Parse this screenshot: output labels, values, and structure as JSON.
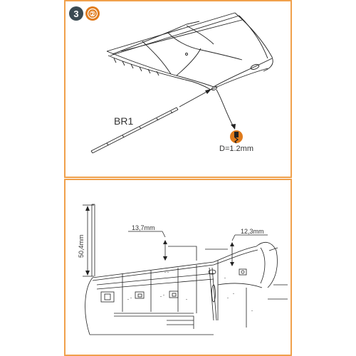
{
  "step": {
    "number": "3",
    "badge_glyph": "②",
    "accent_color": "#f0a04b",
    "badge_dark": "#3a4a52",
    "badge_orange": "#e07b1c"
  },
  "top_panel": {
    "part_label": "BR1",
    "drill_icon": "drill-icon",
    "drill_label": "D=1.2mm"
  },
  "bottom_panel": {
    "dim_height": "50,4mm",
    "dim_a": "13,7mm",
    "dim_b": "12,3mm"
  }
}
